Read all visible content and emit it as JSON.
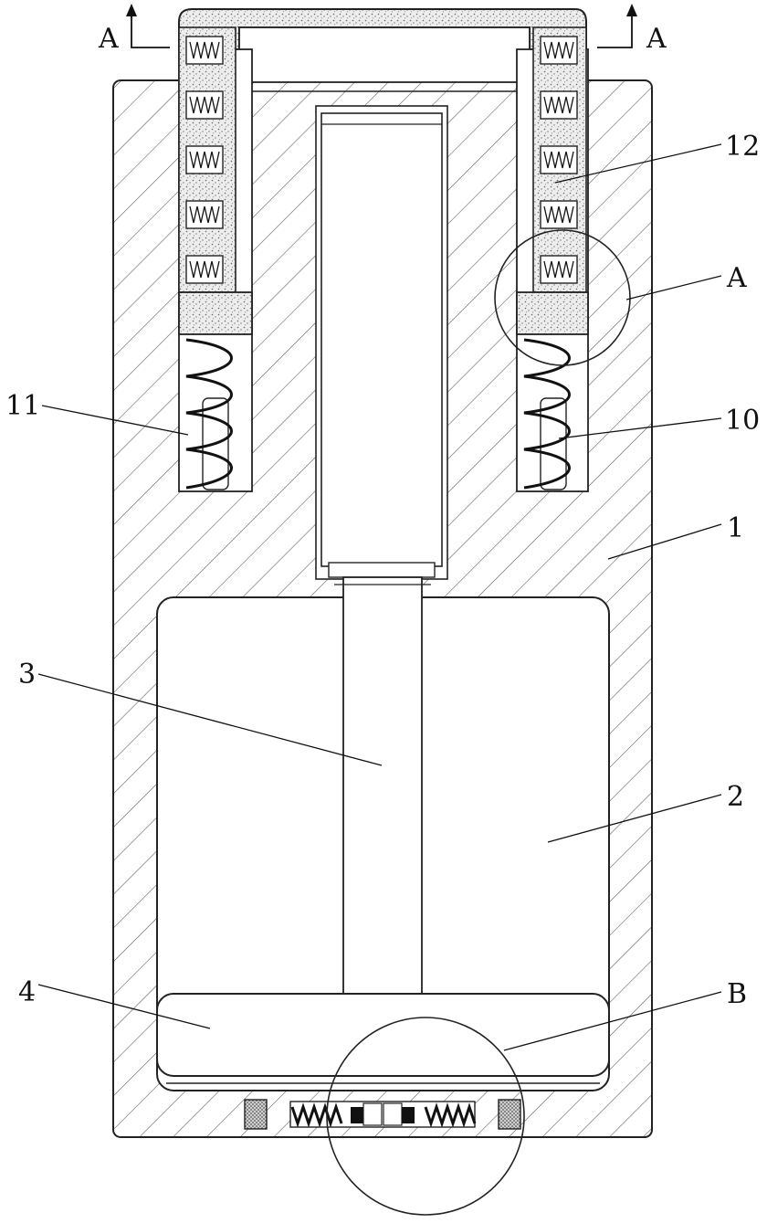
{
  "section_marks": {
    "left": "A",
    "right": "A"
  },
  "labels": {
    "l1": "1",
    "l2": "2",
    "l3": "3",
    "l4": "4",
    "l10": "10",
    "l11": "11",
    "l12": "12",
    "lA": "A",
    "lB": "B"
  },
  "colors": {
    "line": "#222222",
    "hatch": "#555555",
    "stipple": "#777777",
    "background": "#ffffff"
  }
}
